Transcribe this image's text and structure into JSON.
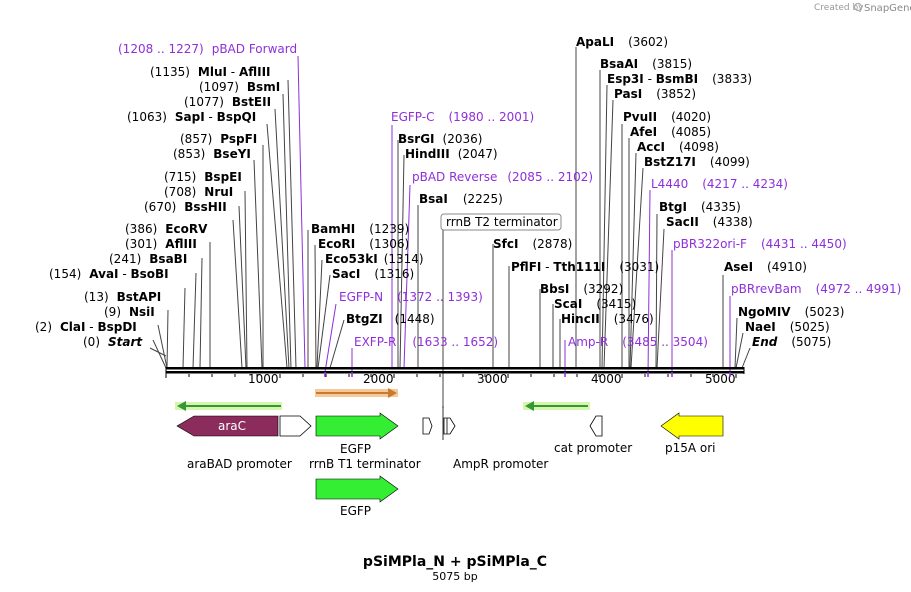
{
  "brand": {
    "created_by": "Created by",
    "app": "SnapGene"
  },
  "title": "pSiMPla_N + pSiMPla_C",
  "subtitle": "5075 bp",
  "scale": {
    "ticks": [
      "1000",
      "2000",
      "3000",
      "4000",
      "5000"
    ]
  },
  "sites": [
    {
      "pos": "(1208 .. 1227)",
      "name": "pBAD Forward"
    },
    {
      "pos": "(1135)",
      "name": "MluI",
      "alt": "AflIII"
    },
    {
      "pos": "(1097)",
      "name": "BsmI"
    },
    {
      "pos": "(1077)",
      "name": "BstEII"
    },
    {
      "pos": "(1063)",
      "name": "SapI",
      "alt": "BspQI"
    },
    {
      "pos": "(857)",
      "name": "PspFI"
    },
    {
      "pos": "(853)",
      "name": "BseYI"
    },
    {
      "pos": "(715)",
      "name": "BspEI"
    },
    {
      "pos": "(708)",
      "name": "NruI"
    },
    {
      "pos": "(670)",
      "name": "BssHII"
    },
    {
      "pos": "(386)",
      "name": "EcoRV"
    },
    {
      "pos": "(301)",
      "name": "AflIII"
    },
    {
      "pos": "(241)",
      "name": "BsaBI"
    },
    {
      "pos": "(154)",
      "name": "AvaI",
      "alt": "BsoBI"
    },
    {
      "pos": "(13)",
      "name": "BstAPI"
    },
    {
      "pos": "(9)",
      "name": "NsiI"
    },
    {
      "pos": "(2)",
      "name": "ClaI",
      "alt": "BspDI"
    },
    {
      "pos": "(0)",
      "name": "Start"
    },
    {
      "name": "EGFP-C",
      "pos": "(1980 .. 2001)"
    },
    {
      "name": "BsrGI",
      "pos": "(2036)"
    },
    {
      "name": "HindIII",
      "pos": "(2047)"
    },
    {
      "name": "pBAD Reverse",
      "pos": "(2085 .. 2102)"
    },
    {
      "name": "BsaI",
      "pos": "(2225)"
    },
    {
      "name": "rrnB T2 terminator"
    },
    {
      "name": "BamHI",
      "pos": "(1239)"
    },
    {
      "name": "EcoRI",
      "pos": "(1306)"
    },
    {
      "name": "Eco53kI",
      "pos": "(1314)"
    },
    {
      "name": "SacI",
      "pos": "(1316)"
    },
    {
      "name": "EGFP-N",
      "pos": "(1372 .. 1393)"
    },
    {
      "name": "BtgZI",
      "pos": "(1448)"
    },
    {
      "name": "EXFP-R",
      "pos": "(1633 .. 1652)"
    },
    {
      "name": "SfcI",
      "pos": "(2878)"
    },
    {
      "name": "PflFI",
      "alt": "Tth111I",
      "pos": "(3031)"
    },
    {
      "name": "BbsI",
      "pos": "(3292)"
    },
    {
      "name": "ScaI",
      "pos": "(3415)"
    },
    {
      "name": "HincII",
      "pos": "(3476)"
    },
    {
      "name": "Amp-R",
      "pos": "(3485 .. 3504)"
    },
    {
      "name": "ApaLI",
      "pos": "(3602)"
    },
    {
      "name": "BsaAI",
      "pos": "(3815)"
    },
    {
      "name": "Esp3I",
      "alt": "BsmBI",
      "pos": "(3833)"
    },
    {
      "name": "PasI",
      "pos": "(3852)"
    },
    {
      "name": "PvuII",
      "pos": "(4020)"
    },
    {
      "name": "AfeI",
      "pos": "(4085)"
    },
    {
      "name": "AccI",
      "pos": "(4098)"
    },
    {
      "name": "BstZ17I",
      "pos": "(4099)"
    },
    {
      "name": "L4440",
      "pos": "(4217 .. 4234)"
    },
    {
      "name": "BtgI",
      "pos": "(4335)"
    },
    {
      "name": "SacII",
      "pos": "(4338)"
    },
    {
      "name": "pBR322ori-F",
      "pos": "(4431 .. 4450)"
    },
    {
      "name": "AseI",
      "pos": "(4910)"
    },
    {
      "name": "pBRrevBam",
      "pos": "(4972 .. 4991)"
    },
    {
      "name": "NgoMIV",
      "pos": "(5023)"
    },
    {
      "name": "NaeI",
      "pos": "(5025)"
    },
    {
      "name": "End",
      "pos": "(5075)"
    }
  ],
  "features": {
    "araC": "araC",
    "araBAD_promoter": "araBAD promoter",
    "EGFP_1": "EGFP",
    "rrnB_T1": "rrnB T1 terminator",
    "EGFP_2": "EGFP",
    "AmpR_promoter": "AmpR promoter",
    "cat_promoter": "cat promoter",
    "p15A_ori": "p15A ori"
  },
  "colors": {
    "araC": "#8b2c5c",
    "EGFP": "#33ee33",
    "p15A_ori": "#ffff00",
    "primer": "#8f2fd9",
    "orf_arrow": "#339933",
    "orf_highlight": "#e8a040"
  }
}
